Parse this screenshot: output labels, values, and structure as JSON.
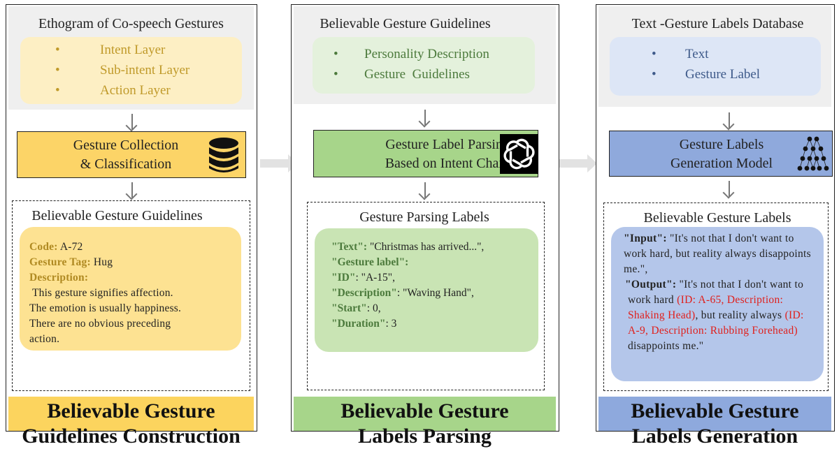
{
  "panels": [
    {
      "top_title": "Ethogram of Co-speech Gestures",
      "top_items": [
        "Intent Layer",
        "Sub-intent Layer",
        "Action Layer"
      ],
      "stage": [
        "Gesture Collection",
        "& Classification"
      ],
      "stage_icon": "database-icon",
      "box_title": "Believable Gesture Guidelines",
      "card": {
        "code_key": "Code:",
        "code_val": " A-72",
        "tag_key": "Gesture Tag:",
        "tag_val": " Hug",
        "desc_key": "Description:",
        "desc_lines": [
          "This gesture signifies affection.",
          "The emotion is usually happiness.",
          "There are no obvious preceding",
          "action."
        ]
      },
      "footer": [
        "Believable Gesture",
        "Guidelines Construction"
      ],
      "colors": {
        "top_inner": "#fdefc4",
        "item_text": "#c09a2a",
        "stage": "#fcd467",
        "card": "#fde292",
        "footer": "#fcd45e"
      }
    },
    {
      "top_title": "Believable Gesture Guidelines",
      "top_items": [
        "Personality Description",
        "Gesture  Guidelines"
      ],
      "stage": [
        "Gesture Label Parsing",
        "Based on Intent Chain"
      ],
      "stage_icon": "openai-logo-icon",
      "box_title": "Gesture Parsing Labels",
      "card": {
        "lines": [
          {
            "k": "\"Text\":",
            "v": " \"Christmas has arrived...\","
          },
          {
            "k": "\"Gesture label\":",
            "v": ""
          },
          {
            "k": "\"ID\"",
            "v": ": \"A-15\","
          },
          {
            "k": "\"Description\"",
            "v": ": \"Waving Hand\","
          },
          {
            "k": "\"Start\"",
            "v": ": 0,"
          },
          {
            "k": "\"Duration\"",
            "v": ": 3"
          }
        ]
      },
      "footer": [
        "Believable Gesture",
        "Labels Parsing"
      ],
      "colors": {
        "top_inner": "#e4f1dc",
        "item_text": "#4c7a3c",
        "stage": "#a7d58a",
        "card": "#c9e4b4",
        "footer": "#a7d58a"
      }
    },
    {
      "top_title": "Text -Gesture Labels Database",
      "top_items": [
        "Text",
        "Gesture Label"
      ],
      "stage": [
        "Gesture Labels",
        "Generation Model"
      ],
      "stage_icon": "neural-network-icon",
      "box_title": "Believable Gesture Labels",
      "card": {
        "input_key": "\"Input\":",
        "input_val": " \"It's not that I don't want to work hard, but reality always disappoints me.\",",
        "output_key": "\"Output\":",
        "output_a": " \"It's not that I don't want to work hard ",
        "output_red1": "(ID: A-65, Description: Shaking Head)",
        "output_b": ", but reality always ",
        "output_red2": "(ID: A-9, Description: Rubbing Forehead)",
        "output_c": " disappoints me.\""
      },
      "footer": [
        "Believable Gesture",
        "Labels Generation"
      ],
      "colors": {
        "top_inner": "#dde6f6",
        "item_text": "#3e5a8a",
        "stage": "#8fa9dc",
        "card": "#b4c6ea",
        "footer": "#8ea9dd"
      }
    }
  ],
  "bullet_char": "•"
}
